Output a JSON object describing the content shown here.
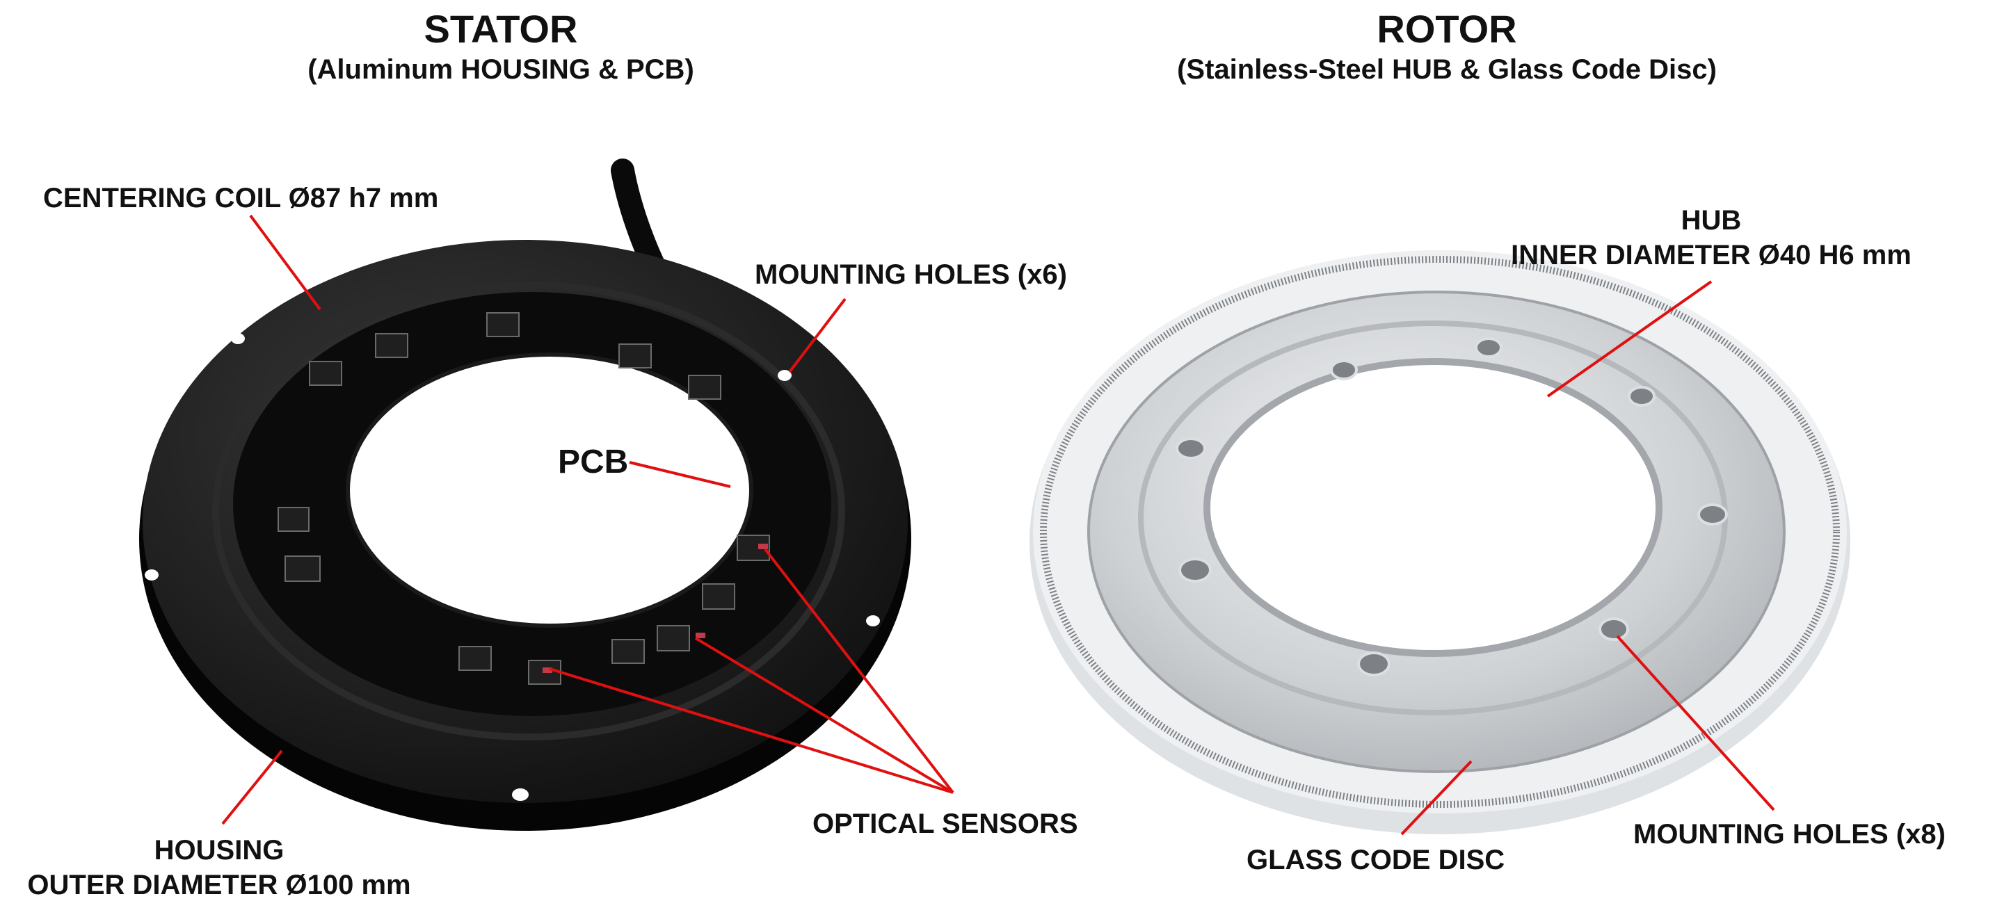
{
  "stator": {
    "title": "STATOR",
    "subtitle": "(Aluminum HOUSING & PCB)",
    "labels": {
      "centering_coil": "CENTERING COIL Ø87 h7 mm",
      "mounting_holes": "MOUNTING HOLES (x6)",
      "pcb": "PCB",
      "optical_sensors": "OPTICAL SENSORS",
      "housing_line1": "HOUSING",
      "housing_line2": "OUTER DIAMETER Ø100 mm"
    }
  },
  "rotor": {
    "title": "ROTOR",
    "subtitle": "(Stainless-Steel HUB & Glass Code Disc)",
    "labels": {
      "hub_line1": "HUB",
      "hub_line2": "INNER DIAMETER Ø40 H6 mm",
      "glass_code_disc": "GLASS CODE DISC",
      "mounting_holes": "MOUNTING HOLES (x8)"
    }
  },
  "colors": {
    "leader_line": "#e01010",
    "housing": "#151515",
    "pcb": "#0c0c0c",
    "hub": "#cfd1d3",
    "glass": "#e9ebed"
  }
}
